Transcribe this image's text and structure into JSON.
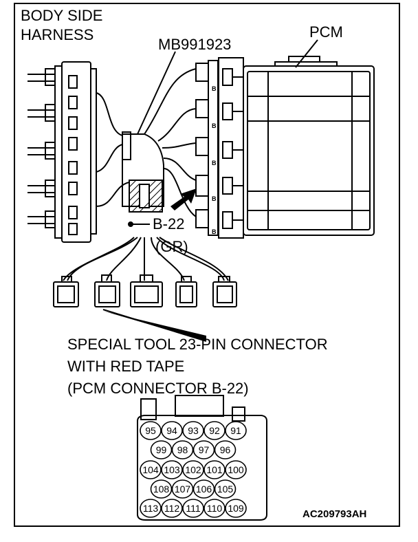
{
  "labels": {
    "body_side_line1": "BODY SIDE",
    "body_side_line2": "HARNESS",
    "tool": "MB991923",
    "pcm": "PCM",
    "connector": "B-22",
    "color": "(GR)",
    "special_line1": "SPECIAL TOOL 23-PIN CONNECTOR",
    "special_line2": "WITH RED TAPE",
    "special_line3": "(PCM CONNECTOR B-22)",
    "code": "AC209793AH",
    "pcm_slot_letter": "B"
  },
  "pins": {
    "row1": [
      "95",
      "94",
      "93",
      "92",
      "91"
    ],
    "row2": [
      "99",
      "98",
      "97",
      "96"
    ],
    "row3": [
      "104",
      "103",
      "102",
      "101",
      "100"
    ],
    "row4": [
      "108",
      "107",
      "106",
      "105"
    ],
    "row5": [
      "113",
      "112",
      "111",
      "110",
      "109"
    ]
  }
}
